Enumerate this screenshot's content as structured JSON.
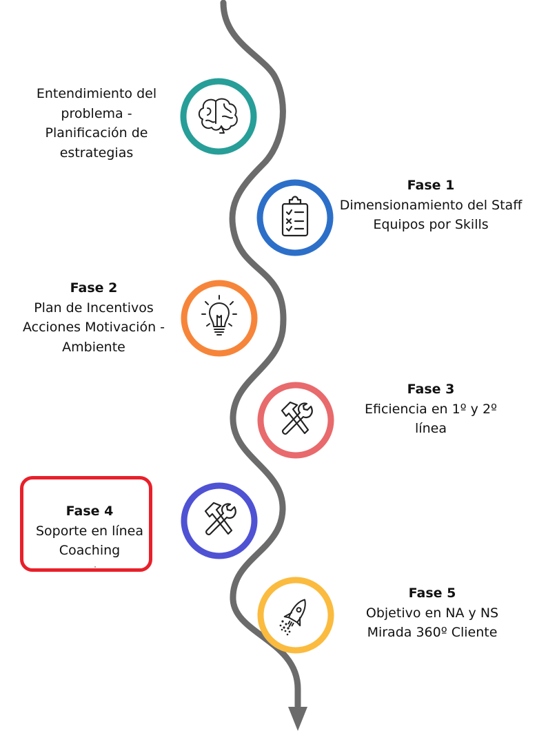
{
  "colors": {
    "path": "#6b6b6b",
    "highlight": "#e8202a"
  },
  "steps": [
    {
      "id": "intro",
      "title": "",
      "lines": [
        "Entendimiento del",
        "problema -",
        "Planificación de",
        "estrategias"
      ],
      "icon": "brain-icon",
      "ring_color": "#279e98",
      "side": "left"
    },
    {
      "id": "fase1",
      "title": "Fase 1",
      "lines": [
        "Dimensionamiento del Staff",
        "Equipos por Skills"
      ],
      "icon": "clipboard-checklist-icon",
      "ring_color": "#2c6fc9",
      "side": "right"
    },
    {
      "id": "fase2",
      "title": "Fase 2",
      "lines": [
        "Plan de Incentivos",
        "Acciones Motivación -",
        "Ambiente"
      ],
      "icon": "lightbulb-icon",
      "ring_color": "#f6853a",
      "side": "left"
    },
    {
      "id": "fase3",
      "title": "Fase 3",
      "lines": [
        "Eficiencia en 1º y 2º",
        "línea"
      ],
      "icon": "hammer-wrench-icon",
      "ring_color": "#e86a6c",
      "side": "right"
    },
    {
      "id": "fase4",
      "title": "Fase 4",
      "lines": [
        "Soporte en línea",
        "Coaching"
      ],
      "icon": "hammer-wrench-icon",
      "ring_color": "#4f52d3",
      "side": "left",
      "highlighted": true
    },
    {
      "id": "fase5",
      "title": "Fase 5",
      "lines": [
        "Objetivo en NA y NS",
        "Mirada 360º Cliente"
      ],
      "icon": "rocket-icon",
      "ring_color": "#fbbb3f",
      "side": "right"
    }
  ]
}
